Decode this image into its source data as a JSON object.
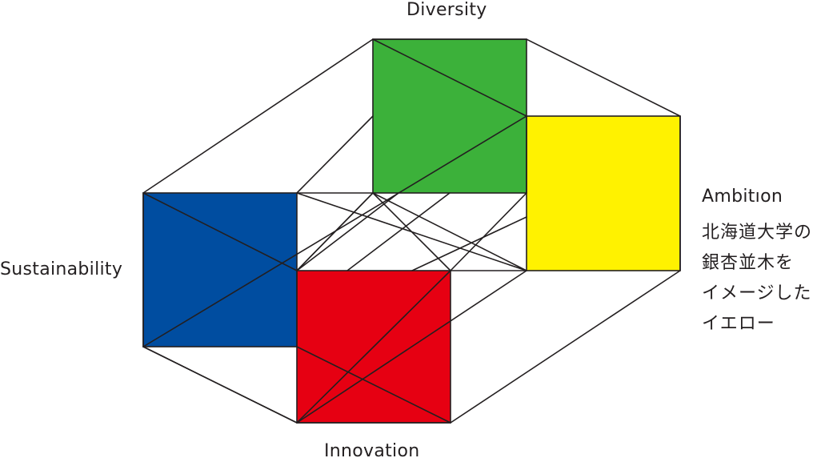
{
  "labels": {
    "top": "Diversity",
    "left": "Sustainability",
    "bottom": "Innovation",
    "right": "Ambitıon"
  },
  "description_lines": [
    "北海道大学の",
    "銀杏並木を",
    "イメージした",
    "イエロー"
  ],
  "squares": [
    {
      "name": "green-square",
      "color": "#3cb13a"
    },
    {
      "name": "yellow-square",
      "color": "#fff200"
    },
    {
      "name": "blue-square",
      "color": "#004da0"
    },
    {
      "name": "red-square",
      "color": "#e60012"
    }
  ],
  "line_color": "#231f20"
}
